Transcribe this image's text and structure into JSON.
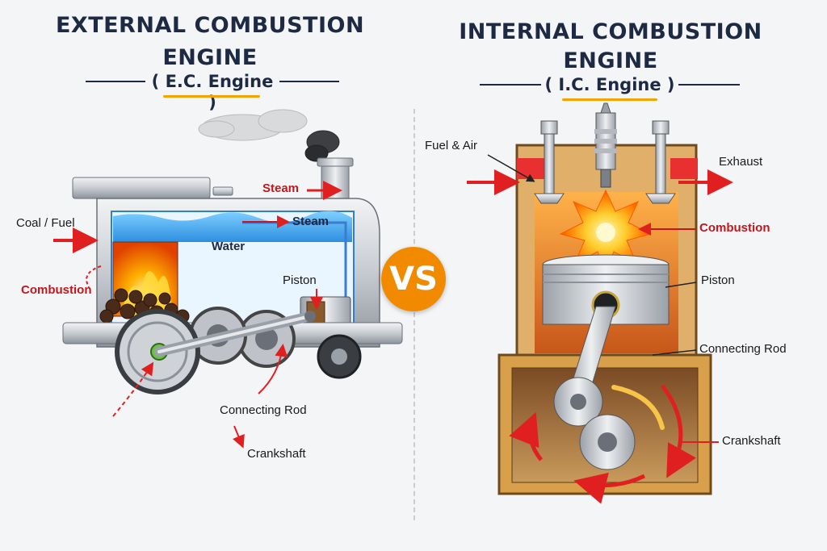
{
  "left": {
    "title_line1": "EXTERNAL COMBUSTION",
    "title_line2": "ENGINE",
    "subtitle": "( E.C. Engine )",
    "labels": {
      "steam_top": "Steam",
      "coal_fuel": "Coal / Fuel",
      "steam_inner": "Steam",
      "water": "Water",
      "combustion": "Combustion",
      "piston": "Piston",
      "connecting_rod": "Connecting Rod",
      "crankshaft": "Crankshaft"
    }
  },
  "right": {
    "title_line1": "INTERNAL COMBUSTION",
    "title_line2": "ENGINE",
    "subtitle": "( I.C. Engine )",
    "labels": {
      "fuel_air": "Fuel & Air",
      "exhaust": "Exhaust",
      "combustion": "Combustion",
      "piston": "Piston",
      "connecting_rod": "Connecting Rod",
      "crankshaft": "Crankshaft"
    }
  },
  "vs_text": "VS",
  "colors": {
    "title": "#1e2a44",
    "accent_underline": "#f4a300",
    "label_red": "#c4161c",
    "arrow_red": "#e02020",
    "vs_badge": "#f28a00",
    "metal": "#c9ccd1",
    "water": "#3fa9f5",
    "fire": "#ff7a00",
    "copper": "#d9a04c"
  }
}
